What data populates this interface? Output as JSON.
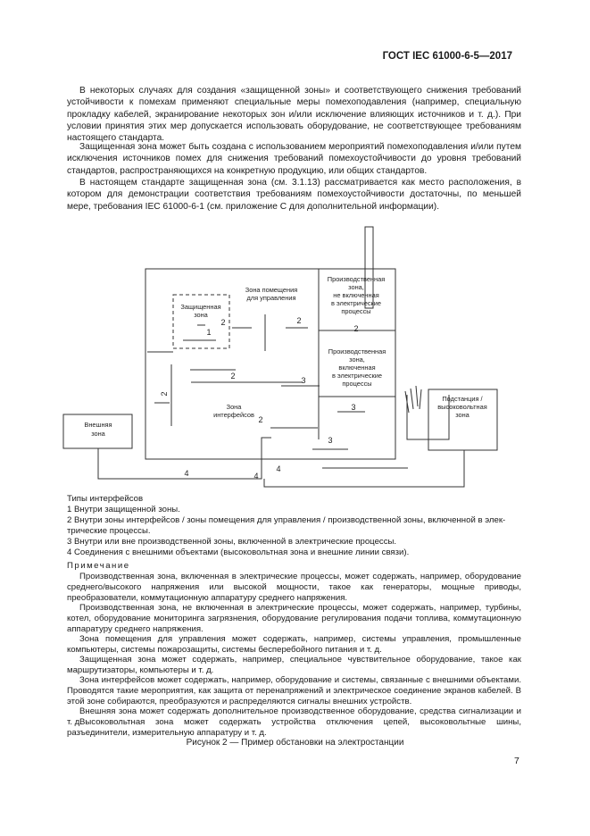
{
  "header": {
    "doc_id": "ГОСТ IEC 61000-6-5—2017"
  },
  "intro": [
    "В некоторых случаях для создания «защищенной зоны» и соответствующего снижения требований устойчивости к помехам применяют специальные меры помехоподавления (например, специальную прокладку кабелей, экранирование некоторых зон и/или исключение влияющих источников и т. д.). При условии принятия этих мер допускается использовать оборудование, не соответствующее требованиям настоящего стандарта.",
    "Защищенная зона может быть создана с использованием мероприятий помехоподавления и/или путем исключения источников помех для снижения требований помехоустойчивости до уровня требований стандартов, распространяющихся на конкретную продукцию, или общих стандартов.",
    "В настоящем стандарте защищенная зона (см. 3.1.13) рассматривается как место расположения, в котором для демонстрации соответствия требованиям помехоустойчивости достаточны, по меньшей мере, требования IEC 61000-6-1 (см. приложение С для дополнительной информации)."
  ],
  "figure": {
    "zones": {
      "protected": [
        "Защищенная",
        "зона"
      ],
      "control_room": [
        "Зона помещения",
        "для управления"
      ],
      "process_top": [
        "Производственная",
        "зона,",
        "не включенная",
        "в электрические",
        "процессы"
      ],
      "process_mid": [
        "Производственная",
        "зона,",
        "включенная",
        "в электрические",
        "процессы"
      ],
      "interface": [
        "Зона",
        "интерфейсов"
      ],
      "external": [
        "Внешняя",
        "зона"
      ],
      "substation": [
        "Подстанция /",
        "высоковольтная",
        "зона"
      ]
    },
    "numbers": [
      "1",
      "2",
      "2",
      "2",
      "2",
      "2",
      "2",
      "3",
      "3",
      "3",
      "4",
      "4",
      "4"
    ]
  },
  "legend": {
    "title": "Типы интерфейсов",
    "items": [
      "1 Внутри защищенной зоны.",
      "2 Внутри зоны интерфейсов / зоны помещения для управления / производственной зоны, включенной в элек-",
      "трические процессы.",
      "3 Внутри или вне производственной зоны, включенной в электрические процессы.",
      "4 Соединения с внешними объектами (высоковольтная зона и внешние линии связи)."
    ]
  },
  "note": {
    "title": "Примечание",
    "paragraphs": [
      "Производственная зона, включенная в электрические процессы, может содержать, например, оборудование среднего/высокого напряжения или высокой мощности, такое как генераторы, мощные приводы, преобразователи, коммутационную аппаратуру среднего напряжения.",
      "Производственная зона, не включенная в электрические процессы, может содержать, например, турбины, котел, оборудование мониторинга загрязнения, оборудование регулирования подачи топлива, коммутационную аппаратуру среднего напряжения.",
      "Зона помещения для управления может содержать, например, системы управления, промышленные компьютеры, системы пожарозащиты, системы бесперебойного питания и т. д.",
      "Защищенная зона может содержать, например, специальное чувствительное оборудование, такое как маршрутизаторы, компьютеры и т. д.",
      "Зона интерфейсов может содержать, например, оборудование и системы, связанные с внешними объектами. Проводятся такие мероприятия, как защита от перенапряжений и электрическое соединение экранов кабелей. В этой зоне собираются, преобразуются и распределяются сигналы внешних устройств.",
      "Внешняя зона может содержать дополнительное производственное оборудование, средства сигнализации и т. д.",
      "Высоковольтная зона может содержать устройства отключения цепей, высоковольтные шины, разъединители, измерительную аппаратуру и т. д."
    ]
  },
  "caption": "Рисунок 2 — Пример обстановки на электростанции",
  "page_number": "7"
}
